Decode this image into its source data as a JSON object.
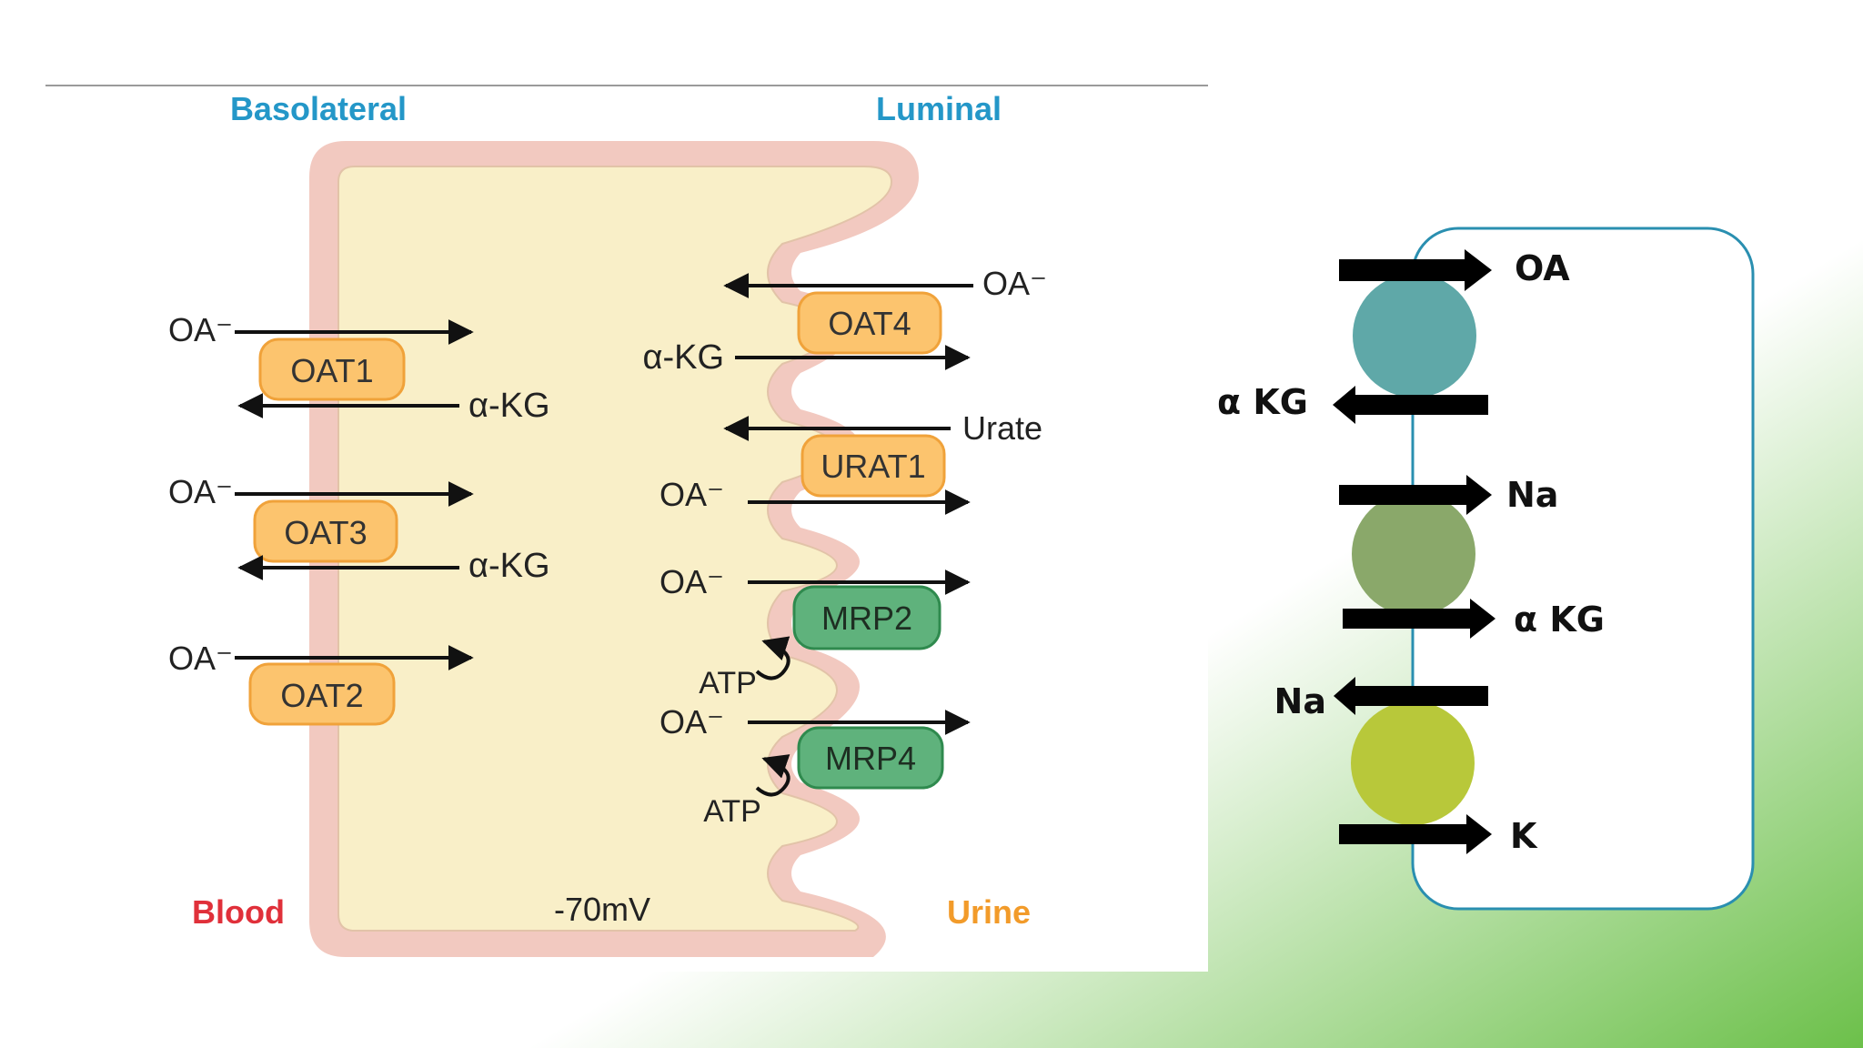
{
  "colors": {
    "slide_green": "#6cc04a",
    "cell_fill": "#f9efc8",
    "membrane": "#f2c9c0",
    "oat_fill": "#fcc46e",
    "oat_stroke": "#f0a23a",
    "mrp_fill": "#5fb27c",
    "mrp_stroke": "#2f8a4e",
    "heading_blue": "#2497c8",
    "blood_red": "#e0303a",
    "urine_orange": "#f29b2a",
    "cell_outline_blue": "#2a8fb0",
    "transporter_teal": "#5fa8a8",
    "transporter_olive": "#8aa86a",
    "transporter_lime": "#b8c83a"
  },
  "left_diagram": {
    "basolateral_label": "Basolateral",
    "luminal_label": "Luminal",
    "blood_label": "Blood",
    "urine_label": "Urine",
    "potential_label": "-70mV",
    "basolateral_transporters": [
      {
        "name": "OAT1",
        "in_substrate": "OA⁻",
        "out_substrate": "α-KG"
      },
      {
        "name": "OAT3",
        "in_substrate": "OA⁻",
        "out_substrate": "α-KG"
      },
      {
        "name": "OAT2",
        "in_substrate": "OA⁻"
      }
    ],
    "luminal_transporters": [
      {
        "name": "OAT4",
        "reabsorbed": "OA⁻",
        "secreted": "α-KG"
      },
      {
        "name": "URAT1",
        "reabsorbed": "Urate",
        "secreted": "OA⁻"
      },
      {
        "name": "MRP2",
        "secreted": "OA⁻",
        "energy": "ATP"
      },
      {
        "name": "MRP4",
        "secreted": "OA⁻",
        "energy": "ATP"
      }
    ]
  },
  "right_diagram": {
    "transporters": [
      {
        "color_key": "transporter_teal",
        "top_label": "OA",
        "bottom_label": "α KG"
      },
      {
        "color_key": "transporter_olive",
        "top_label": "Na",
        "bottom_label": "α KG"
      },
      {
        "color_key": "transporter_lime",
        "top_label": "Na",
        "bottom_label": "K"
      }
    ]
  }
}
